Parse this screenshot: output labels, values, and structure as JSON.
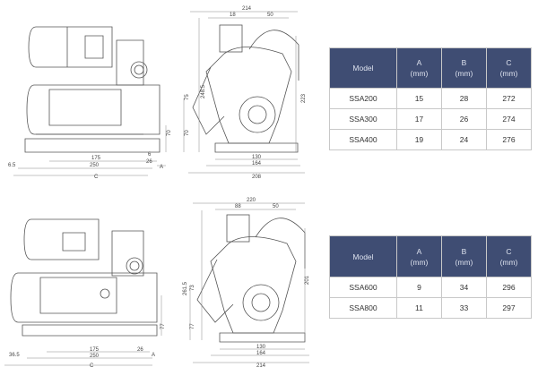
{
  "top_drawing": {
    "side_dims": {
      "d175": "175",
      "d250": "250",
      "d26": "26",
      "d6": "6",
      "d6_5": "6.5",
      "dA": "A",
      "dC": "C",
      "d70": "70"
    },
    "front_dims": {
      "d214": "214",
      "d18": "18",
      "d50": "50",
      "d248_5": "248.5",
      "d223": "223",
      "d75": "75",
      "d70": "70",
      "d130": "130",
      "d164": "164",
      "d208": "208"
    }
  },
  "bottom_drawing": {
    "side_dims": {
      "d175": "175",
      "d250": "250",
      "d26": "26",
      "d36_5": "36.5",
      "dA": "A",
      "dC": "C",
      "d77": "77"
    },
    "front_dims": {
      "d220": "220",
      "d88": "88",
      "d50": "50",
      "d261_5": "261.5",
      "d201": "201",
      "d73": "73",
      "d77": "77",
      "d130": "130",
      "d164": "164",
      "d214": "214"
    }
  },
  "table_top": {
    "headers": [
      {
        "name": "Model",
        "unit": ""
      },
      {
        "name": "A",
        "unit": "(mm)"
      },
      {
        "name": "B",
        "unit": "(mm)"
      },
      {
        "name": "C",
        "unit": "(mm)"
      }
    ],
    "rows": [
      [
        "SSA200",
        "15",
        "28",
        "272"
      ],
      [
        "SSA300",
        "17",
        "26",
        "274"
      ],
      [
        "SSA400",
        "19",
        "24",
        "276"
      ]
    ]
  },
  "table_bottom": {
    "headers": [
      {
        "name": "Model",
        "unit": ""
      },
      {
        "name": "A",
        "unit": "(mm)"
      },
      {
        "name": "B",
        "unit": "(mm)"
      },
      {
        "name": "C",
        "unit": "(mm)"
      }
    ],
    "rows": [
      [
        "SSA600",
        "9",
        "34",
        "296"
      ],
      [
        "SSA800",
        "11",
        "33",
        "297"
      ]
    ]
  },
  "colors": {
    "header_bg": "#3f4d73",
    "header_text": "#dde2ee",
    "border": "#c8c8c8"
  }
}
